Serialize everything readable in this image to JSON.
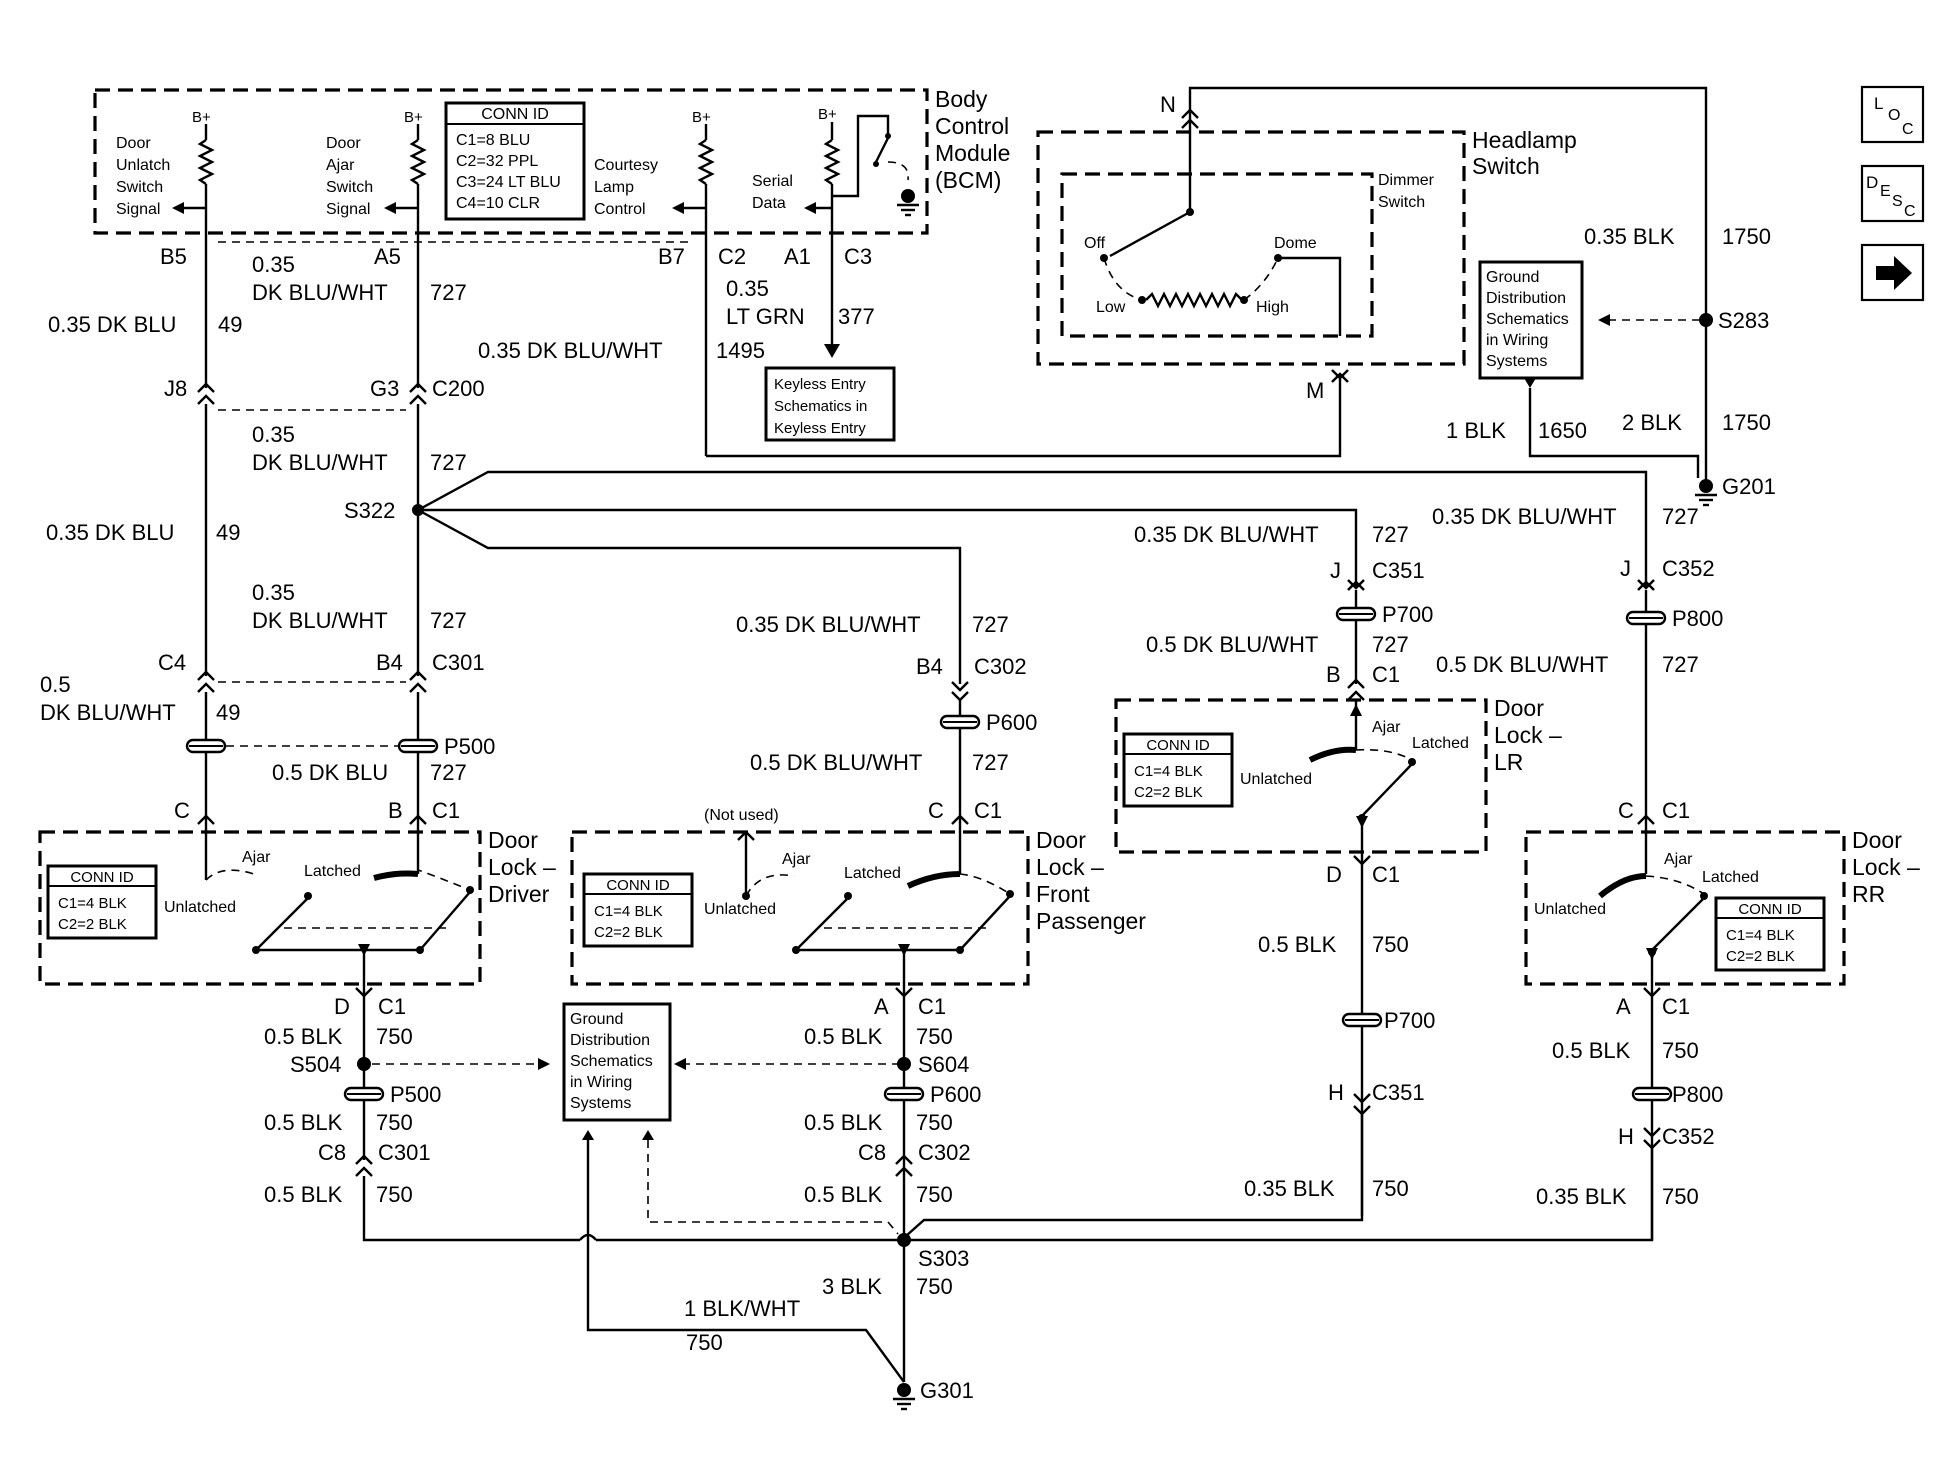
{
  "modules": {
    "bcm": {
      "title": [
        "Body",
        "Control",
        "Module",
        "(BCM)"
      ]
    },
    "headlamp_switch": {
      "title": [
        "Headlamp",
        "Switch"
      ],
      "dimmer_label": [
        "Dimmer",
        "Switch"
      ],
      "positions": {
        "off": "Off",
        "dome": "Dome",
        "low": "Low",
        "high": "High"
      }
    },
    "door_lock_driver": {
      "title": [
        "Door",
        "Lock –",
        "Driver"
      ]
    },
    "door_lock_front_passenger": {
      "title": [
        "Door",
        "Lock –",
        "Front",
        "Passenger"
      ],
      "not_used": "(Not used)"
    },
    "door_lock_lr": {
      "title": [
        "Door",
        "Lock –",
        "LR"
      ]
    },
    "door_lock_rr": {
      "title": [
        "Door",
        "Lock –",
        "RR"
      ]
    }
  },
  "bcm_inputs": {
    "b_plus": "B+",
    "door_unlatch": [
      "Door",
      "Unlatch",
      "Switch",
      "Signal"
    ],
    "door_ajar": [
      "Door",
      "Ajar",
      "Switch",
      "Signal"
    ],
    "courtesy": [
      "Courtesy",
      "Lamp",
      "Control"
    ],
    "serial": [
      "Serial",
      "Data"
    ]
  },
  "conn_id": {
    "header": "CONN ID",
    "bcm": [
      "C1=8 BLU",
      "C2=32 PPL",
      "C3=24 LT BLU",
      "C4=10 CLR"
    ],
    "door": [
      "C1=4 BLK",
      "C2=2 BLK"
    ]
  },
  "switch_labels": {
    "ajar": "Ajar",
    "latched": "Latched",
    "unlatched": "Unlatched"
  },
  "ref_boxes": {
    "keyless": [
      "Keyless Entry",
      "Schematics in",
      "Keyless Entry"
    ],
    "ground": [
      "Ground",
      "Distribution",
      "Schematics",
      "in Wiring",
      "Systems"
    ]
  },
  "pins": {
    "B5": "B5",
    "A5": "A5",
    "B7": "B7",
    "C2": "C2",
    "A1": "A1",
    "C3": "C3",
    "N": "N",
    "M": "M",
    "J8": "J8",
    "G3": "G3",
    "C200": "C200",
    "C4": "C4",
    "B4": "B4",
    "C301": "C301",
    "C302": "C302",
    "C": "C",
    "B": "B",
    "C1": "C1",
    "D": "D",
    "A": "A",
    "J": "J",
    "H": "H",
    "C351": "C351",
    "C352": "C352",
    "C8": "C8"
  },
  "splices": {
    "S322": "S322",
    "S283": "S283",
    "S504": "S504",
    "S604": "S604",
    "S303": "S303",
    "G201": "G201",
    "G301": "G301",
    "P500": "P500",
    "P600": "P600",
    "P700": "P700",
    "P800": "P800"
  },
  "wires": {
    "w035_dkblu": "0.35 DK BLU",
    "c49": "49",
    "w035": "0.35",
    "dkbluwht": "DK BLU/WHT",
    "c727": "727",
    "ltgrn": "LT GRN",
    "c377": "377",
    "w035_dkbluwht": "0.35 DK BLU/WHT",
    "c1495": "1495",
    "w05": "0.5",
    "w05_dkblu": "0.5 DK BLU",
    "w05_dkbluwht": "0.5 DK BLU/WHT",
    "w035_blk": "0.35 BLK",
    "c1750": "1750",
    "w1_blk": "1 BLK",
    "c1650": "1650",
    "w2_blk": "2 BLK",
    "w05_blk": "0.5 BLK",
    "c750": "750",
    "w3_blk": "3 BLK",
    "w1_blkwht": "1 BLK/WHT"
  },
  "nav": {
    "loc": {
      "main": "L",
      "sub1": "O",
      "sub2": "C"
    },
    "desc": {
      "main": "D",
      "sub1": "E",
      "sub2": "S",
      "sub3": "C"
    },
    "next_icon": "arrow-right-icon"
  }
}
